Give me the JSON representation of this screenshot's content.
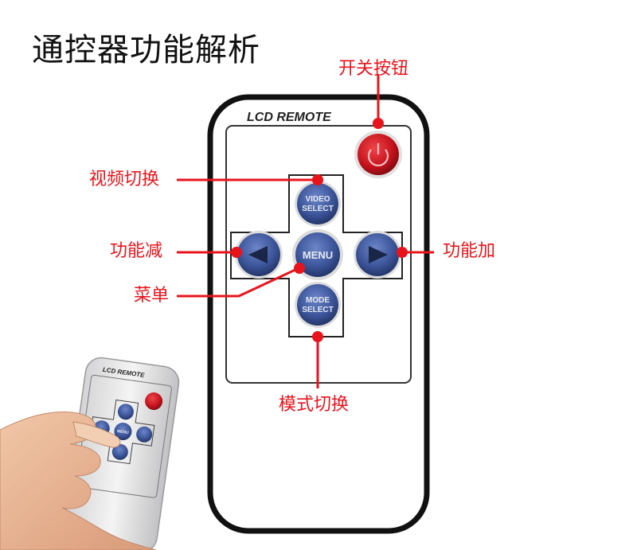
{
  "title": "通控器功能解析",
  "remote": {
    "brand_label": "LCD REMOTE",
    "buttons": {
      "video_select": [
        "VIDEO",
        "SELECT"
      ],
      "menu": "MENU",
      "mode_select": [
        "MODE",
        "SELECT"
      ]
    }
  },
  "small_remote": {
    "brand_label": "LCD REMOTE",
    "button_label": "MENU"
  },
  "callouts": {
    "power": "开关按钮",
    "video": "视频切换",
    "minus": "功能减",
    "menu": "菜单",
    "plus": "功能加",
    "mode": "模式切换"
  },
  "colors": {
    "callout": "#e8141c",
    "button_blue": "#3f5aa0",
    "power_red": "#d4141e"
  }
}
